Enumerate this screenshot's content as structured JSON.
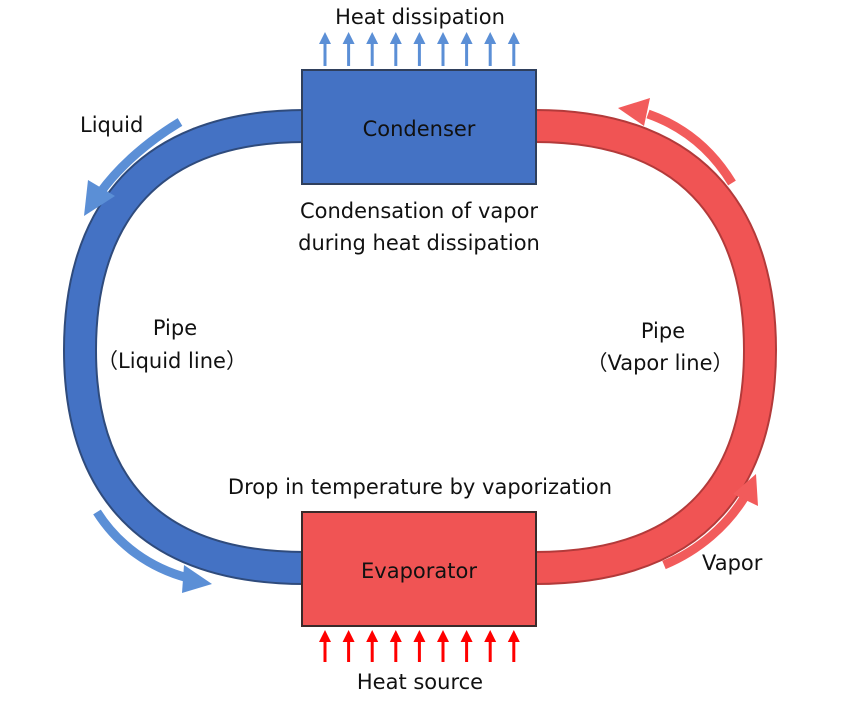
{
  "title": "Heat dissipation",
  "components": {
    "condenser": {
      "label": "Condenser"
    },
    "evaporator": {
      "label": "Evaporator"
    }
  },
  "labels": {
    "condensation_line1": "Condensation of vapor",
    "condensation_line2": "during heat dissipation",
    "drop_temperature": "Drop in temperature by vaporization",
    "heat_source": "Heat source",
    "liquid": "Liquid",
    "vapor": "Vapor"
  },
  "pipes": {
    "liquid_line": {
      "line1": "Pipe",
      "line2": "（Liquid line）"
    },
    "vapor_line": {
      "line1": "Pipe",
      "line2": "（Vapor line）"
    }
  },
  "colors": {
    "liquid_blue": "#4472c4",
    "liquid_border": "#2f4b7c",
    "vapor_red": "#f05454",
    "vapor_border": "#b33a3a",
    "arrow_blue": "#5b8fd6",
    "arrow_red": "#ff0000",
    "arrow_red_flow": "#f25b5b"
  }
}
